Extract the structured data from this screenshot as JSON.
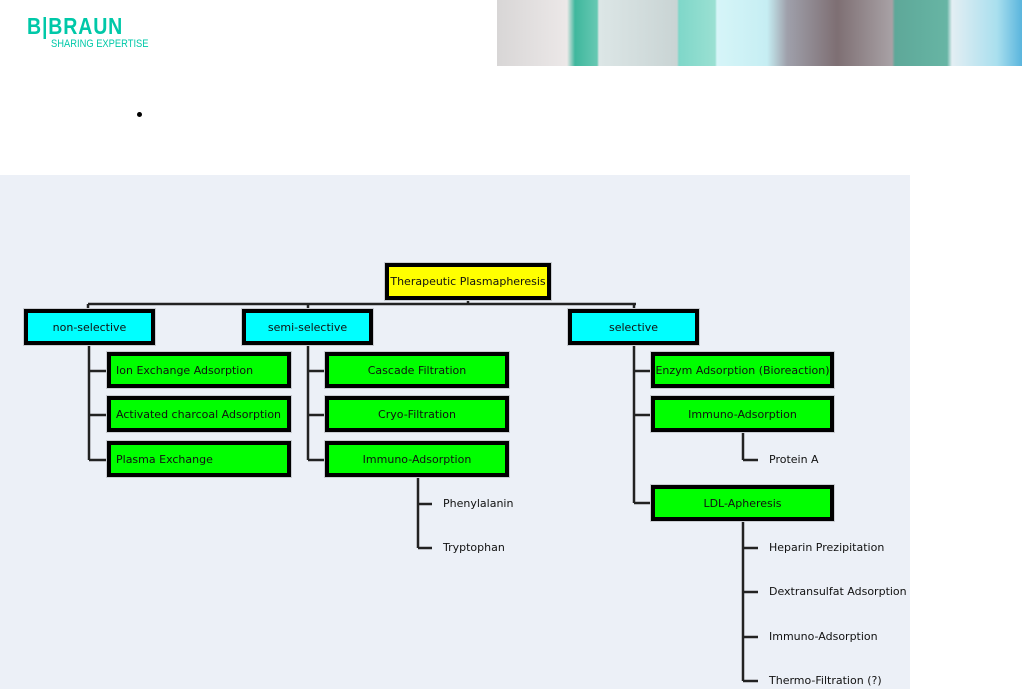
{
  "logo": {
    "brand": "B|BRAUN",
    "tagline": "SHARING EXPERTISE"
  },
  "diagram": {
    "root": "Therapeutic Plasmapheresis",
    "categories": [
      {
        "label": "non-selective",
        "children": [
          "Ion Exchange Adsorption",
          "Activated charcoal Adsorption",
          "Plasma Exchange"
        ]
      },
      {
        "label": "semi-selective",
        "children": [
          "Cascade Filtration",
          "Cryo-Filtration",
          "Immuno-Adsorption"
        ],
        "immuno_children": [
          "Phenylalanin",
          "Tryptophan"
        ]
      },
      {
        "label": "selective",
        "children": [
          "Enzym Adsorption (Bioreaction)",
          "Immuno-Adsorption",
          "LDL-Apheresis"
        ],
        "immuno_children": [
          "Protein A"
        ],
        "ldl_children": [
          "Heparin Prezipitation",
          "Dextransulfat Adsorption",
          "Immuno-Adsorption",
          "Thermo-Filtration (?)"
        ]
      }
    ]
  },
  "colors": {
    "root": "#ffff00",
    "category": "#00ffff",
    "method": "#00ff00",
    "panel": "#ecf0f7",
    "brand": "#00c8a8"
  }
}
